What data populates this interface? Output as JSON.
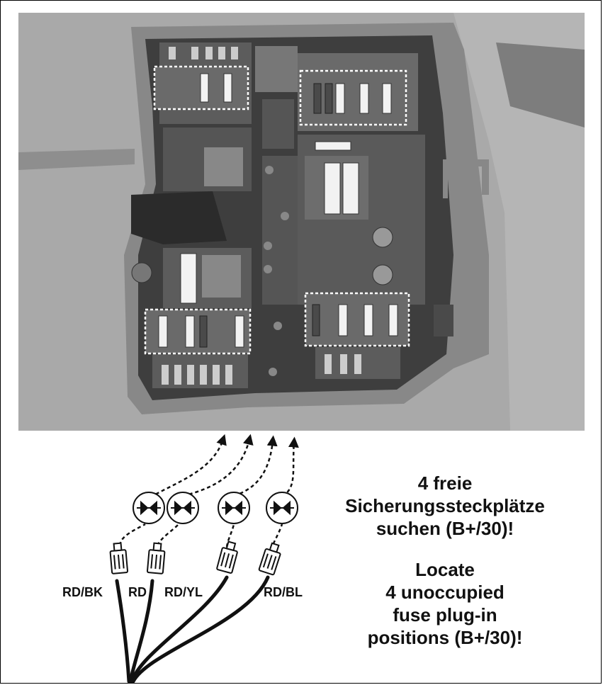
{
  "instructions": {
    "de": "4 freie\nSicherungssteckplätze\nsuchen (B+/30)!",
    "en": "Locate\n4 unoccupied\nfuse plug-in\npositions (B+/30)!"
  },
  "wires": [
    {
      "label": "RD/BK"
    },
    {
      "label": "RD"
    },
    {
      "label": "RD/YL"
    },
    {
      "label": "RD/BL"
    }
  ],
  "colors": {
    "photo_bg": "#a9a9a9",
    "box_dark": "#3e3e3e",
    "box_mid": "#5c5c5c",
    "fuse_white": "#f2f2f2",
    "wire": "#111111"
  }
}
